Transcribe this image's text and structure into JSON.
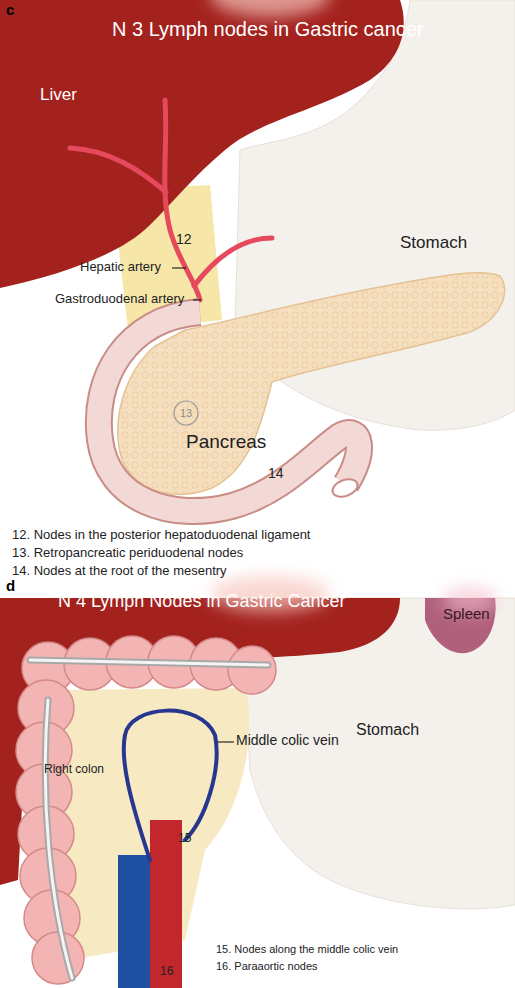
{
  "diagram": {
    "nodes": [
      {
        "text": [
          "13"
        ]
      }
    ],
    "labels": [
      "c",
      "N 3 Lymph nodes in Gastric cancer",
      "Liver",
      "12",
      "Stomach",
      "Hepatic artery",
      "Gastroduodenal artery",
      "Pancreas",
      "14",
      "12. Nodes in the posterior hepatoduodenal ligament",
      "13. Retropancreatic periduodenal nodes",
      "14. Nodes at the root of the mesentry",
      "d",
      "N 4 Lymph Nodes in Gastric Cancer",
      "Spleen",
      "Stomach",
      "Right colon",
      "Middle colic vein",
      "15",
      "15. Nodes along the middle colic vein",
      "16. Paraaortic nodes",
      "16"
    ]
  }
}
